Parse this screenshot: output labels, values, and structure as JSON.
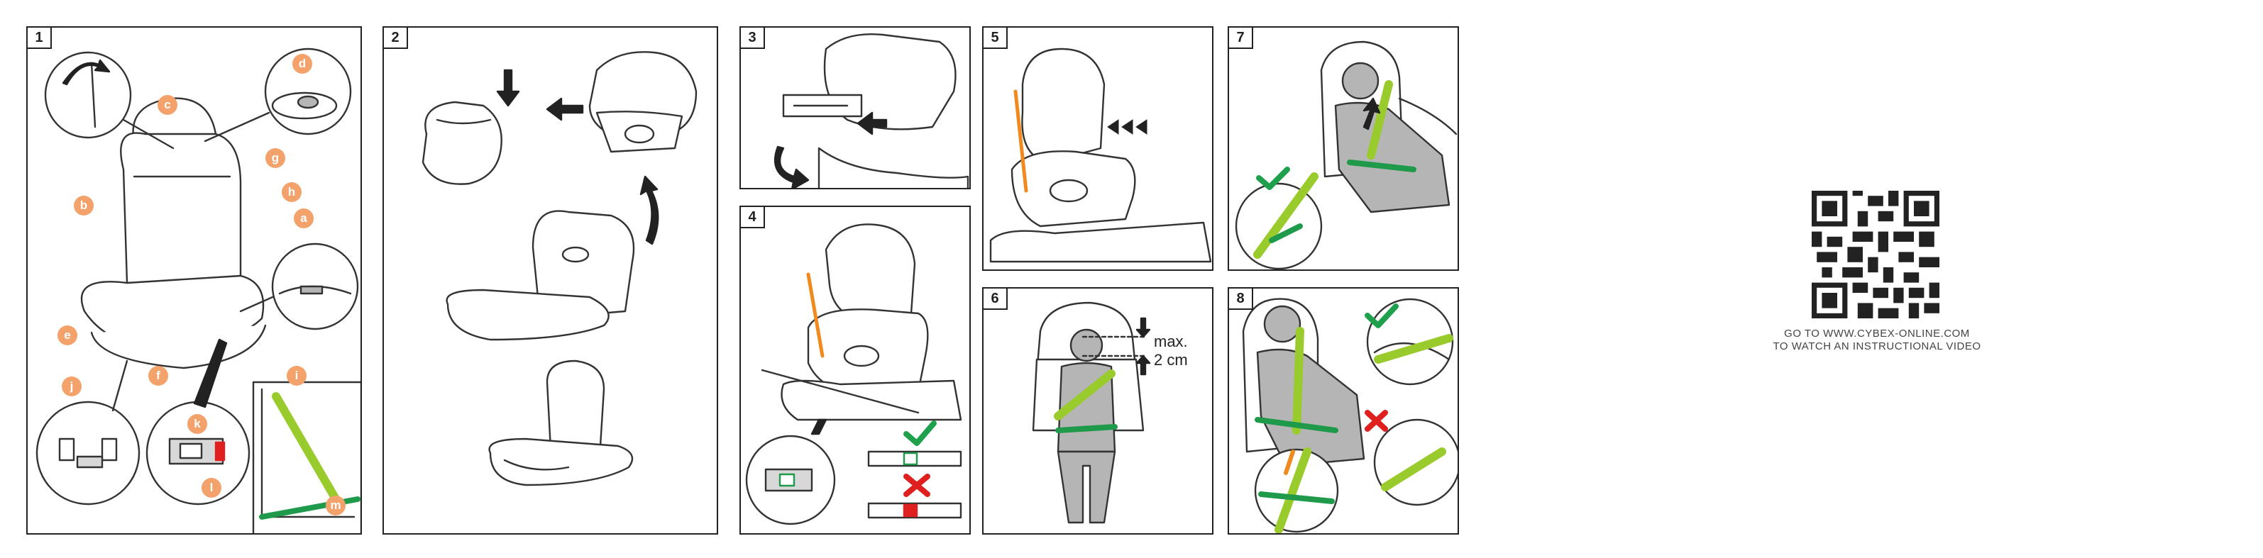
{
  "steps": {
    "s1": "1",
    "s2": "2",
    "s3": "3",
    "s4": "4",
    "s5": "5",
    "s6": "6",
    "s7": "7",
    "s8": "8"
  },
  "part_labels": {
    "a": "a",
    "b": "b",
    "c": "c",
    "d": "d",
    "e": "e",
    "f": "f",
    "g": "g",
    "h": "h",
    "i": "i",
    "j": "j",
    "k": "k",
    "l": "l",
    "m": "m"
  },
  "measure": {
    "max": "max.",
    "dist": "2 cm"
  },
  "qr_caption": {
    "line1": "GO TO WWW.CYBEX-ONLINE.COM",
    "line2": "TO WATCH AN INSTRUCTIONAL VIDEO"
  },
  "icons": {
    "correct": "check-icon",
    "wrong": "cross-icon",
    "qr": "qr-code-icon"
  },
  "colors": {
    "accent_orange": "#f08a1e",
    "label_dot": "#f2a26a",
    "belt_lime": "#9acb2c",
    "belt_green": "#1f9a4a",
    "correct_green": "#1fa04c",
    "wrong_red": "#e0201f"
  }
}
